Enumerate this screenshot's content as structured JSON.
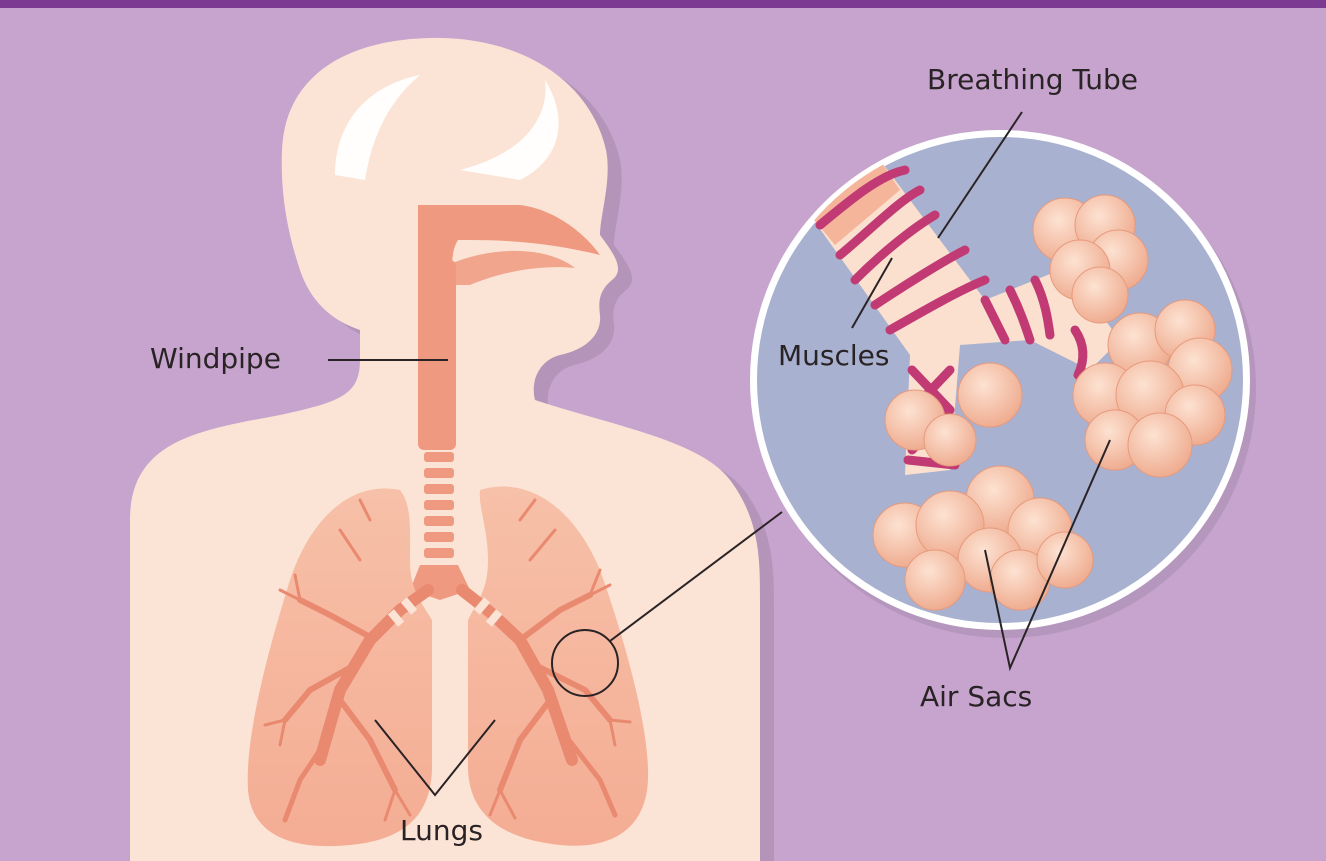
{
  "labels": {
    "windpipe": "Windpipe",
    "lungs": "Lungs",
    "breathing_tube": "Breathing Tube",
    "muscles": "Muscles",
    "air_sacs": "Air Sacs"
  },
  "colors": {
    "background": "#c6a4cd",
    "top_bar": "#7d3a92",
    "body": "#fbe4d6",
    "airway": "#ef9a80",
    "lung": "#f2a890",
    "inset_bg": "#a8b1cf",
    "air_sac": "#f6c3aa",
    "muscle_band": "#c13a73",
    "leader_line": "#2a2326"
  },
  "icons": [
    "human-silhouette",
    "lungs",
    "magnified-inset"
  ]
}
